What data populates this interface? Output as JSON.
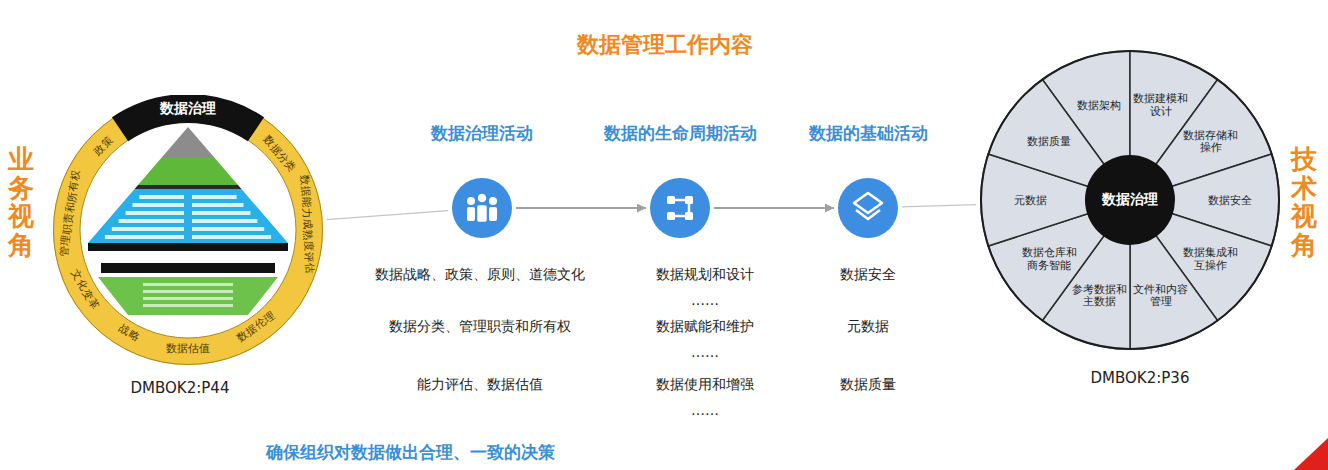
{
  "diagram": {
    "title": "数据管理工作内容",
    "caption": "确保组织对数据做出合理、一致的决策",
    "nodes": [
      {
        "text": [
          "数据治理",
          "数据分类",
          "数据能力成熟度评估",
          "数据伦理",
          "数据估值",
          "战略",
          "文化变革",
          "管理职责和所有权",
          "政策"
        ]
      },
      {
        "text": [
          "数据治理活动"
        ]
      },
      {
        "text": [
          "数据的生命周期活动"
        ]
      },
      {
        "text": [
          "数据的基础活动"
        ]
      },
      {
        "text": [
          "数据治理"
        ]
      },
      {
        "text": [
          "数据架构"
        ],
        "in": 4
      },
      {
        "text": [
          "数据建模和设计"
        ],
        "in": 4
      },
      {
        "text": [
          "数据存储和操作"
        ],
        "in": 4
      },
      {
        "text": [
          "数据安全"
        ],
        "in": 4
      },
      {
        "text": [
          "数据集成和互操作"
        ],
        "in": 4
      },
      {
        "text": [
          "文件和内容管理"
        ],
        "in": 4
      },
      {
        "text": [
          "参考数据和主数据"
        ],
        "in": 4
      },
      {
        "text": [
          "数据仓库和商务智能"
        ],
        "in": 4
      },
      {
        "text": [
          "元数据"
        ],
        "in": 4
      },
      {
        "text": [
          "数据质量"
        ],
        "in": 4
      }
    ],
    "edges": [
      {
        "from": 0,
        "to": 1,
        "arrow": "none"
      },
      {
        "from": 1,
        "to": 2,
        "arrow": "to"
      },
      {
        "from": 2,
        "to": 3,
        "arrow": "to"
      },
      {
        "from": 3,
        "to": 4,
        "arrow": "none"
      }
    ],
    "labels": [
      "业务视角",
      "技术视角",
      "DMBOK2:P44",
      "DMBOK2:P36",
      "数据战略、政策、原则、道德文化",
      "数据分类、管理职责和所有权",
      "能力评估、数据估值",
      "数据规划和设计",
      "……",
      "数据赋能和维护",
      "……",
      "数据使用和增强",
      "……",
      "数据安全",
      "元数据",
      "数据质量"
    ]
  }
}
